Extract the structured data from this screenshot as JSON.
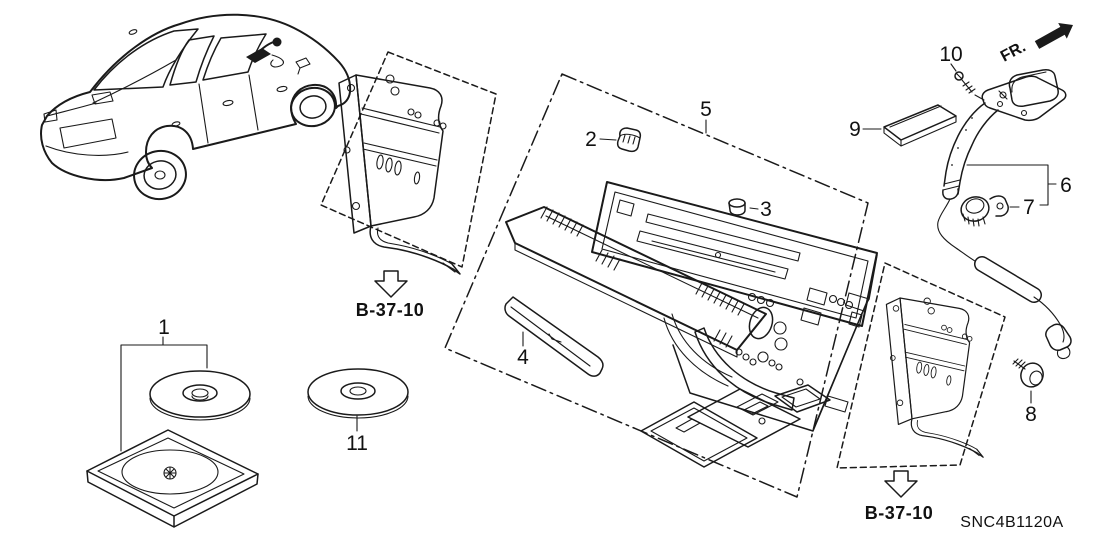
{
  "diagram": {
    "code": "SNC4B1120A",
    "direction_label": "FR.",
    "reference_left": "B-37-10",
    "reference_right": "B-37-10",
    "callouts": {
      "c1": "1",
      "c2": "2",
      "c3": "3",
      "c4": "4",
      "c5": "5",
      "c6": "6",
      "c7": "7",
      "c8": "8",
      "c9": "9",
      "c10": "10",
      "c11": "11"
    },
    "colors": {
      "line": "#1a1a1a",
      "background": "#ffffff"
    }
  }
}
